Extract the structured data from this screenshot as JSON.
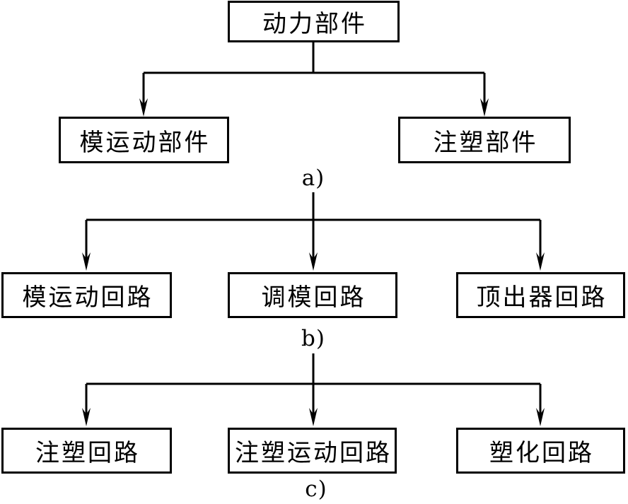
{
  "figure": {
    "background_color": "#ffffff",
    "line_color": "#000000",
    "text_color": "#000000",
    "sections": [
      {
        "label": "a)",
        "root": "动力部件",
        "children": [
          "模运动部件",
          "注塑部件"
        ]
      },
      {
        "label": "b)",
        "children": [
          "模运动回路",
          "调模回路",
          "顶出器回路"
        ]
      },
      {
        "label": "c)",
        "children": [
          "注塑回路",
          "注塑运动回路",
          "塑化回路"
        ]
      }
    ]
  }
}
